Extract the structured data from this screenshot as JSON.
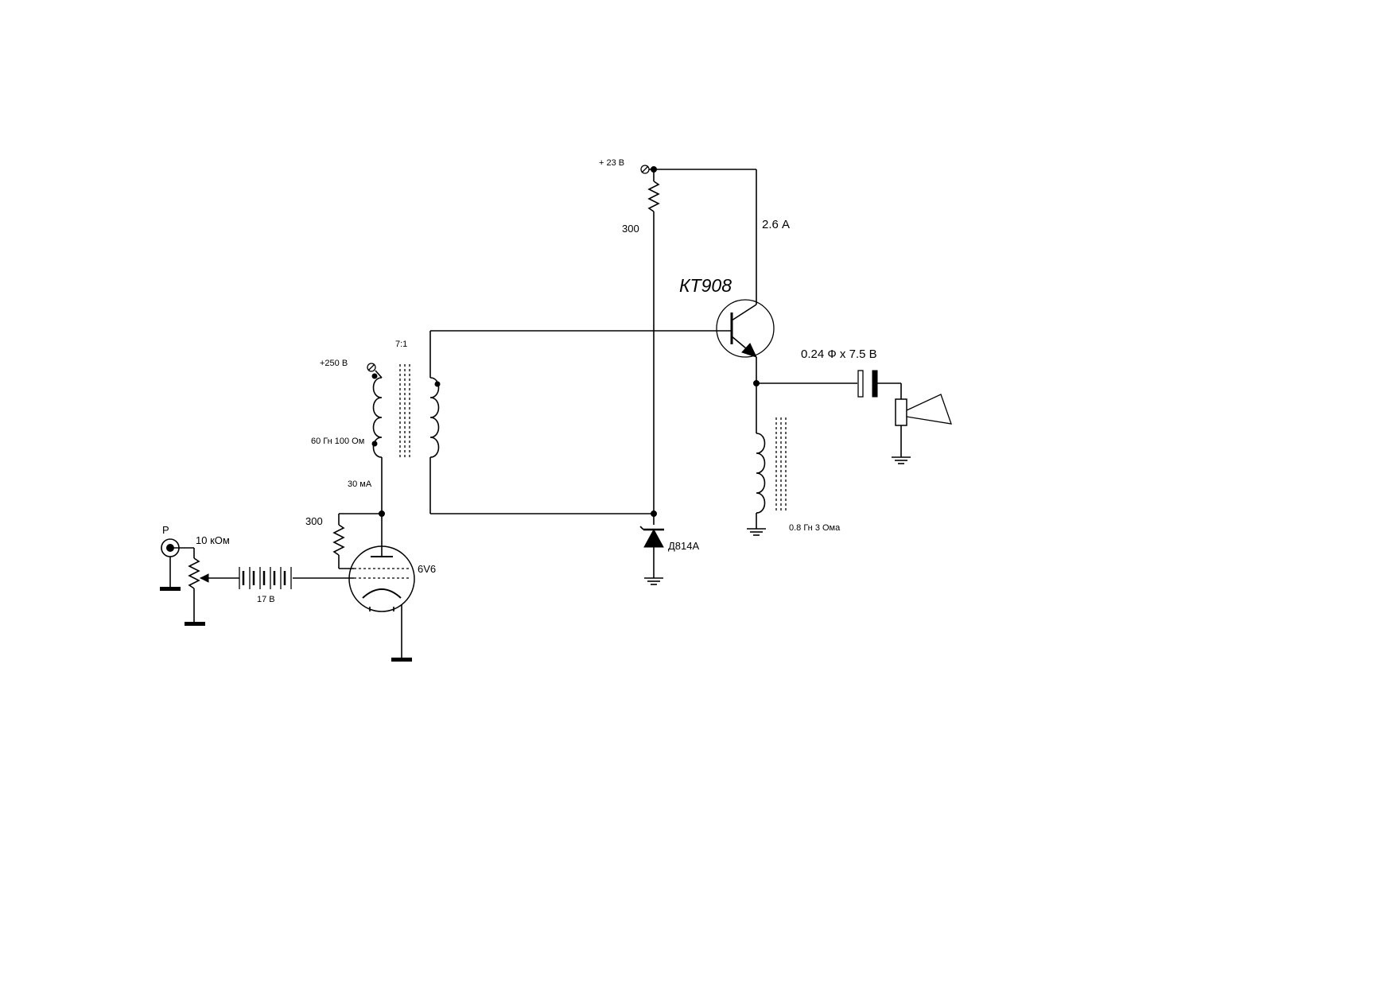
{
  "labels": {
    "supply_23": "+ 23 В",
    "r_300_top": "300",
    "current_collector": "2.6 А",
    "transistor": "КТ908",
    "capacitor": "0.24 Ф х 7.5 В",
    "ratio": "7:1",
    "supply_250": "+250 В",
    "primary_spec": "60 Гн 100 Ом",
    "plate_current": "30 мА",
    "r_300_plate": "300",
    "zener": "Д814А",
    "choke_spec": "0.8 Гн 3 Ома",
    "jack": "P",
    "pot": "10 кОм",
    "battery": "17 В",
    "tube": "6V6"
  }
}
